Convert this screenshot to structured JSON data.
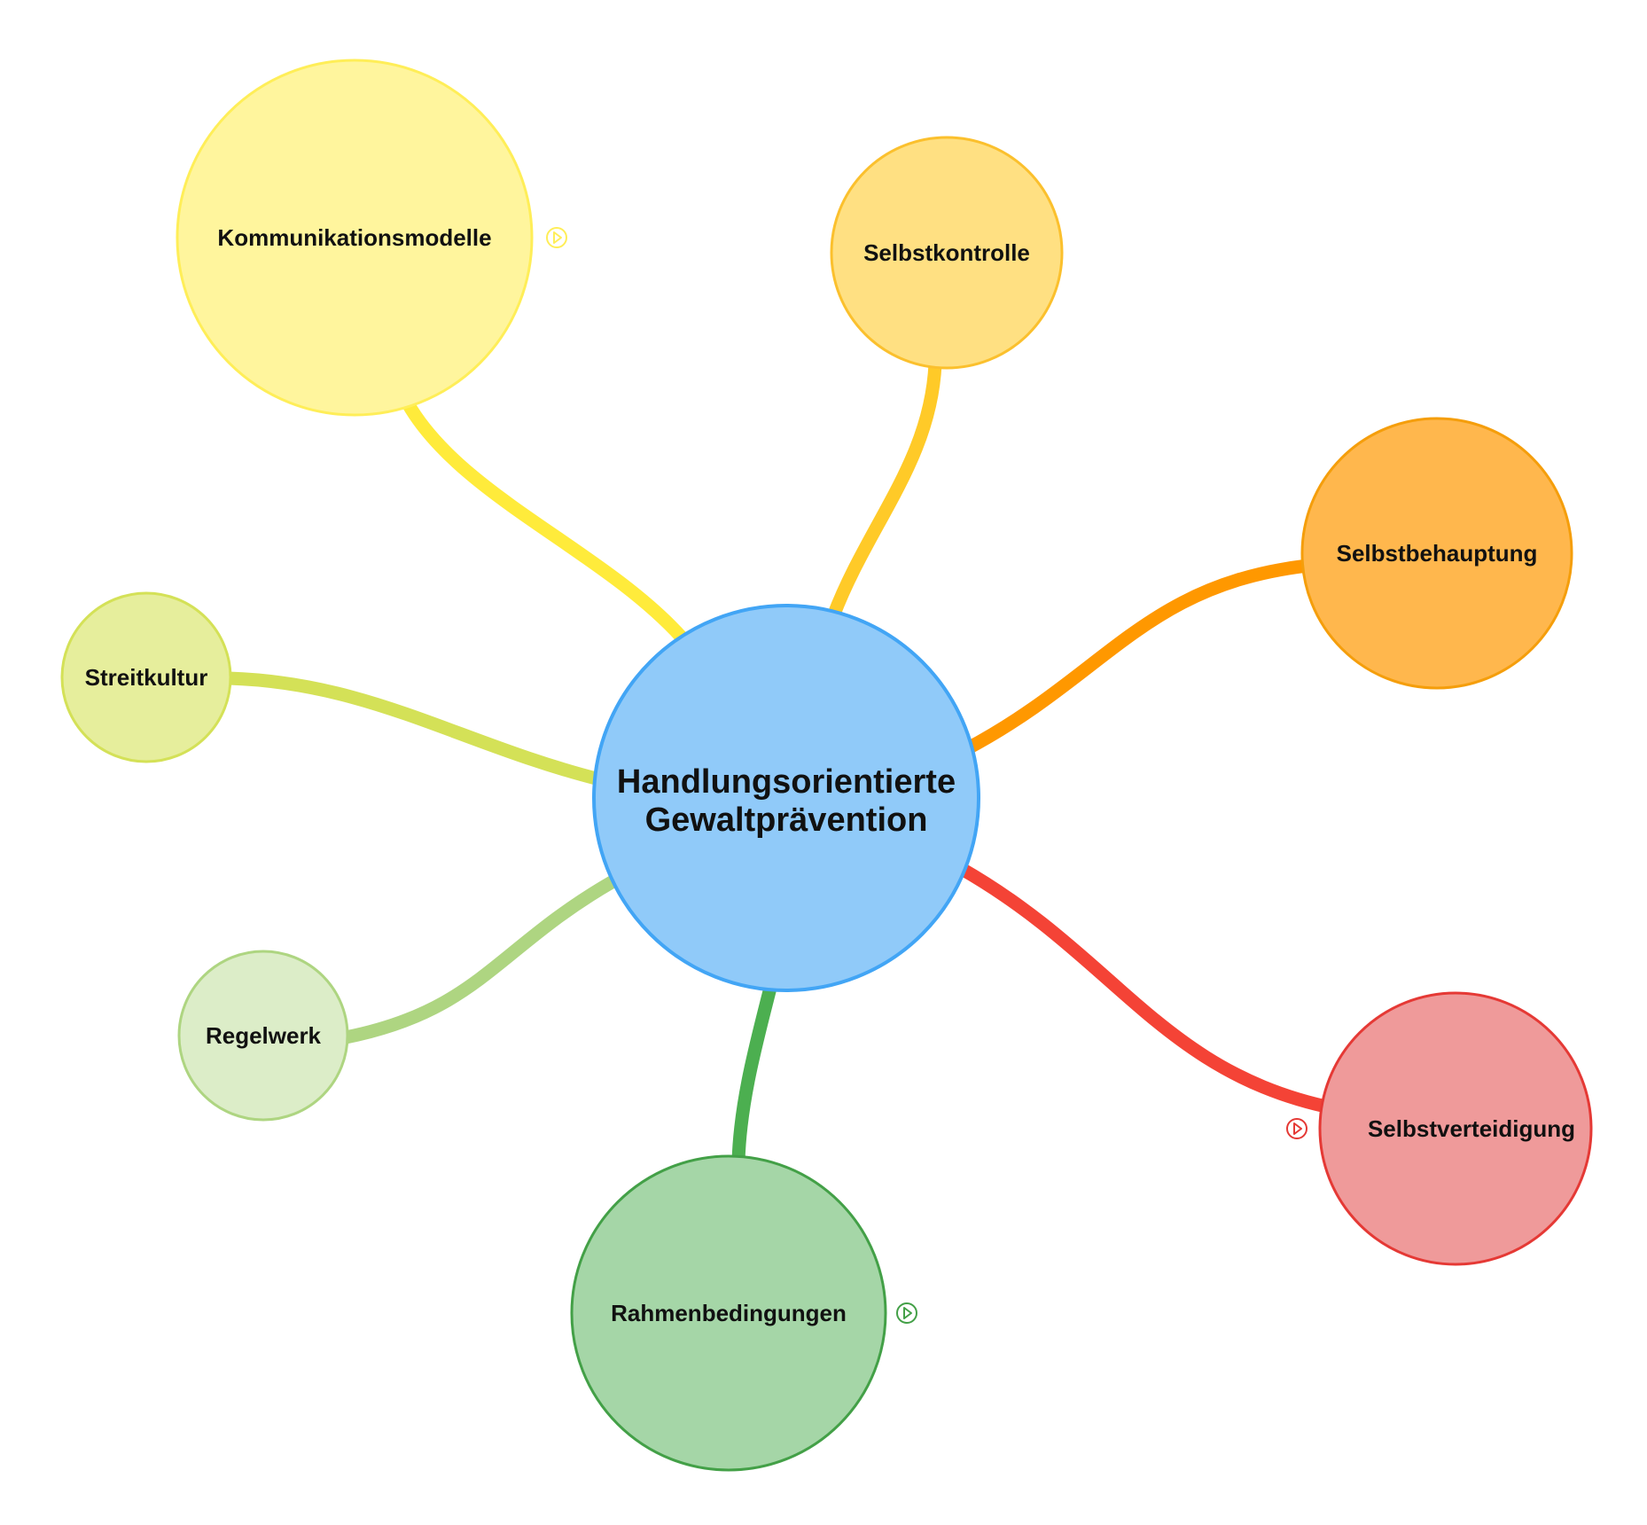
{
  "root": {
    "label_line1": "Handlungsorientierte",
    "label_line2": "Gewaltprävention",
    "fill": "#90CAF9",
    "stroke": "#42A5F5"
  },
  "branches": [
    {
      "id": "kommunikationsmodelle",
      "label": "Kommunikationsmodelle",
      "fill": "#FFF59D",
      "stroke": "#FFEE58",
      "edge": "#FFEB3B",
      "collapsed": true
    },
    {
      "id": "selbstkontrolle",
      "label": "Selbstkontrolle",
      "fill": "#FFE082",
      "stroke": "#FBC02D",
      "edge": "#FFCA28",
      "collapsed": false
    },
    {
      "id": "selbstbehauptung",
      "label": "Selbstbehauptung",
      "fill": "#FFB74D",
      "stroke": "#F59E0B",
      "edge": "#FF9800",
      "collapsed": false
    },
    {
      "id": "selbstverteidigung",
      "label": "Selbstverteidigung",
      "fill": "#EF9A9A",
      "stroke": "#E53935",
      "edge": "#F44336",
      "collapsed": true
    },
    {
      "id": "rahmenbedingungen",
      "label": "Rahmenbedingungen",
      "fill": "#A5D6A7",
      "stroke": "#43A047",
      "edge": "#4CAF50",
      "collapsed": true
    },
    {
      "id": "regelwerk",
      "label": "Regelwerk",
      "fill": "#DCEDC8",
      "stroke": "#AED581",
      "edge": "#AED581",
      "collapsed": false
    },
    {
      "id": "streitkultur",
      "label": "Streitkultur",
      "fill": "#E6EE9C",
      "stroke": "#D4E157",
      "edge": "#D4E157",
      "collapsed": false
    }
  ]
}
